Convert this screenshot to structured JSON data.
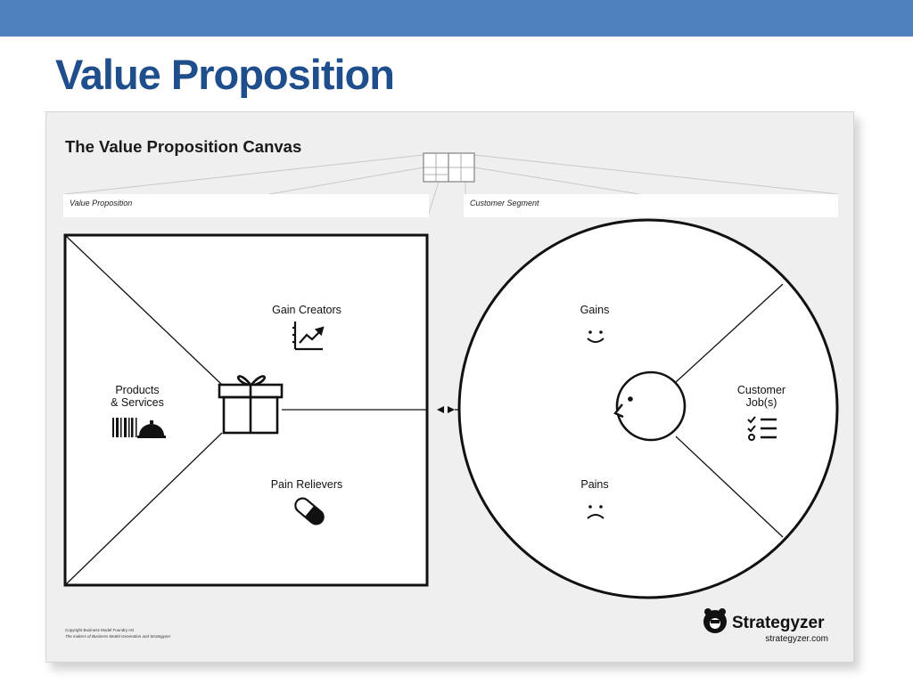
{
  "slide": {
    "title": "Value Proposition",
    "accent_color": "#4f81bd",
    "title_color": "#1f4e8c"
  },
  "canvas": {
    "title": "The Value Proposition Canvas",
    "header_left": "Value Proposition",
    "header_right": "Customer Segment",
    "square": {
      "gain_creators": "Gain Creators",
      "products_line1": "Products",
      "products_line2": "& Services",
      "pain_relievers": "Pain Relievers",
      "center_icon": "gift-icon"
    },
    "circle": {
      "gains": "Gains",
      "pains": "Pains",
      "jobs_line1": "Customer",
      "jobs_line2": "Job(s)",
      "center_icon": "customer-face-icon"
    },
    "footer": {
      "copyright": "Copyright Business Model Foundry AG",
      "makers": "The makers of Business Model Generation and Strategyzer",
      "brand": "Strategyzer",
      "url": "strategyzer.com"
    }
  }
}
